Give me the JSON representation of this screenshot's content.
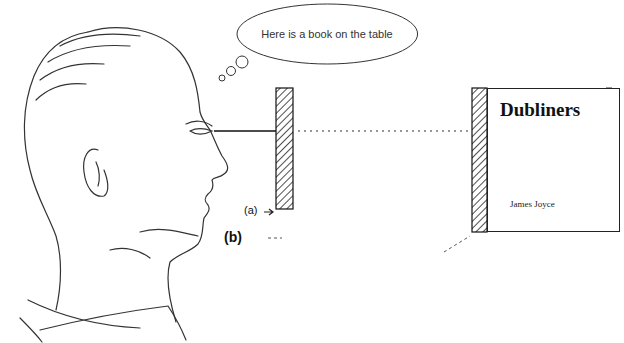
{
  "diagram": {
    "nodes": [
      {
        "text": [
          "Here is a book on the table"
        ]
      },
      {
        "text": [
          "Dubliners",
          "James Joyce"
        ]
      }
    ],
    "labels": [
      "(a)",
      "(b)"
    ]
  }
}
